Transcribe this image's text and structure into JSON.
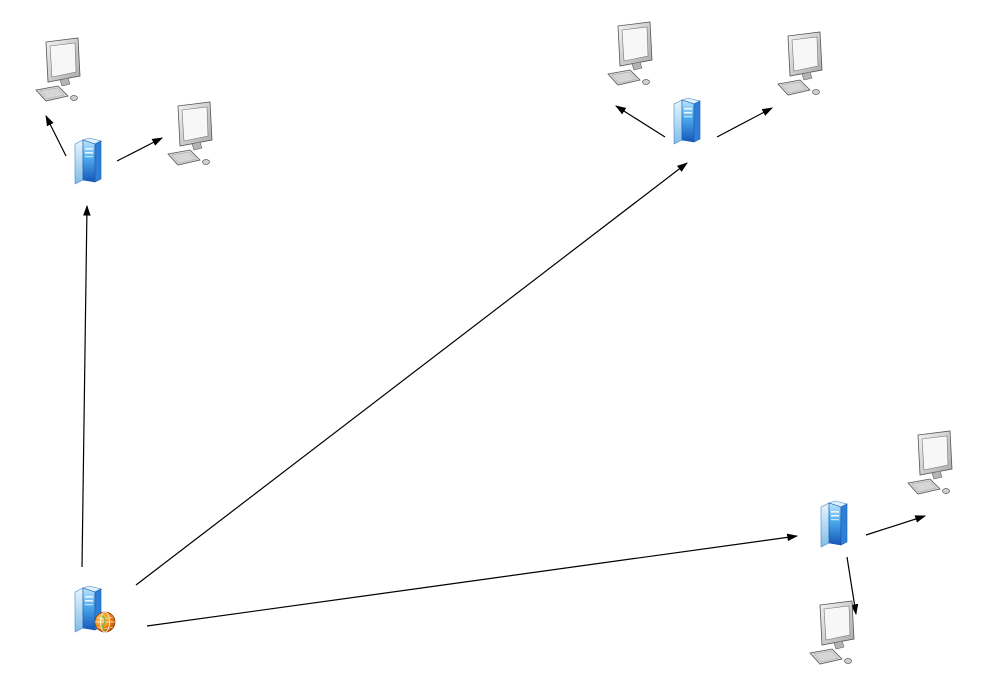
{
  "diagram": {
    "nodes": [
      {
        "id": "web-server",
        "kind": "web-server"
      },
      {
        "id": "server-a",
        "kind": "server"
      },
      {
        "id": "server-b",
        "kind": "server"
      },
      {
        "id": "server-c",
        "kind": "server"
      },
      {
        "id": "pc-a1",
        "kind": "workstation"
      },
      {
        "id": "pc-a2",
        "kind": "workstation"
      },
      {
        "id": "pc-b1",
        "kind": "workstation"
      },
      {
        "id": "pc-b2",
        "kind": "workstation"
      },
      {
        "id": "pc-c1",
        "kind": "workstation"
      },
      {
        "id": "pc-c2",
        "kind": "workstation"
      }
    ],
    "edges": [
      {
        "from": "web-server",
        "to": "server-a"
      },
      {
        "from": "web-server",
        "to": "server-b"
      },
      {
        "from": "web-server",
        "to": "server-c"
      },
      {
        "from": "server-a",
        "to": "pc-a1"
      },
      {
        "from": "server-a",
        "to": "pc-a2"
      },
      {
        "from": "server-b",
        "to": "pc-b1"
      },
      {
        "from": "server-b",
        "to": "pc-b2"
      },
      {
        "from": "server-c",
        "to": "pc-c1"
      },
      {
        "from": "server-c",
        "to": "pc-c2"
      }
    ],
    "colors": {
      "edge": "#000000",
      "server_light": "#8fd0f5",
      "server_dark": "#1e6fd0",
      "monitor_frame": "#cfcfcf",
      "monitor_screen": "#f2f2f2",
      "globe": "#f08a1c"
    }
  }
}
